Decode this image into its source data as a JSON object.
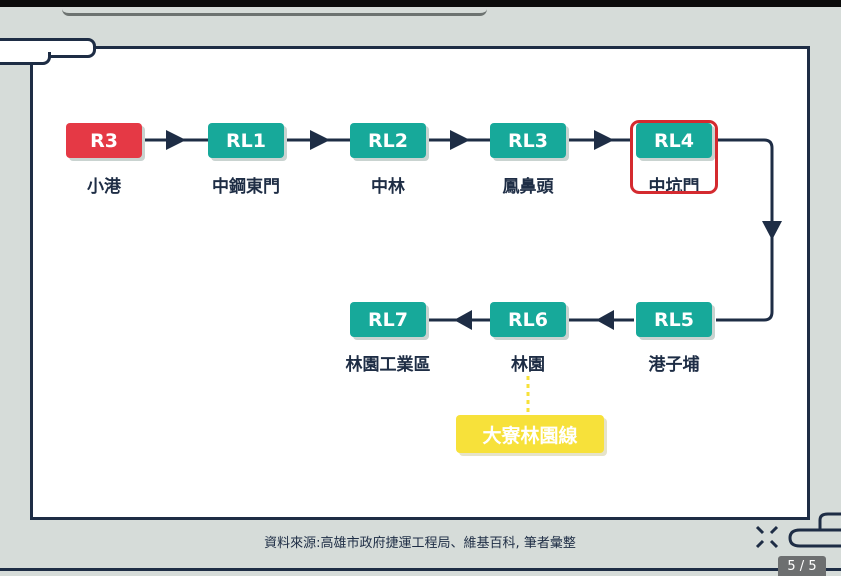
{
  "stations": [
    {
      "code": "R3",
      "name": "小港"
    },
    {
      "code": "RL1",
      "name": "中鋼東門"
    },
    {
      "code": "RL2",
      "name": "中林"
    },
    {
      "code": "RL3",
      "name": "鳳鼻頭"
    },
    {
      "code": "RL4",
      "name": "中坑門"
    },
    {
      "code": "RL5",
      "name": "港子埔"
    },
    {
      "code": "RL6",
      "name": "林園"
    },
    {
      "code": "RL7",
      "name": "林園工業區"
    }
  ],
  "branch": "大寮林園線",
  "caption": "資料來源:高雄市政府捷運工程局、維基百科, 筆者彙整",
  "pager": "5 / 5",
  "colors": {
    "navy": "#1e2d45",
    "teal": "#17a99a",
    "red": "#e53945",
    "yellow": "#f7e13a",
    "highlight": "#d42a2f"
  }
}
